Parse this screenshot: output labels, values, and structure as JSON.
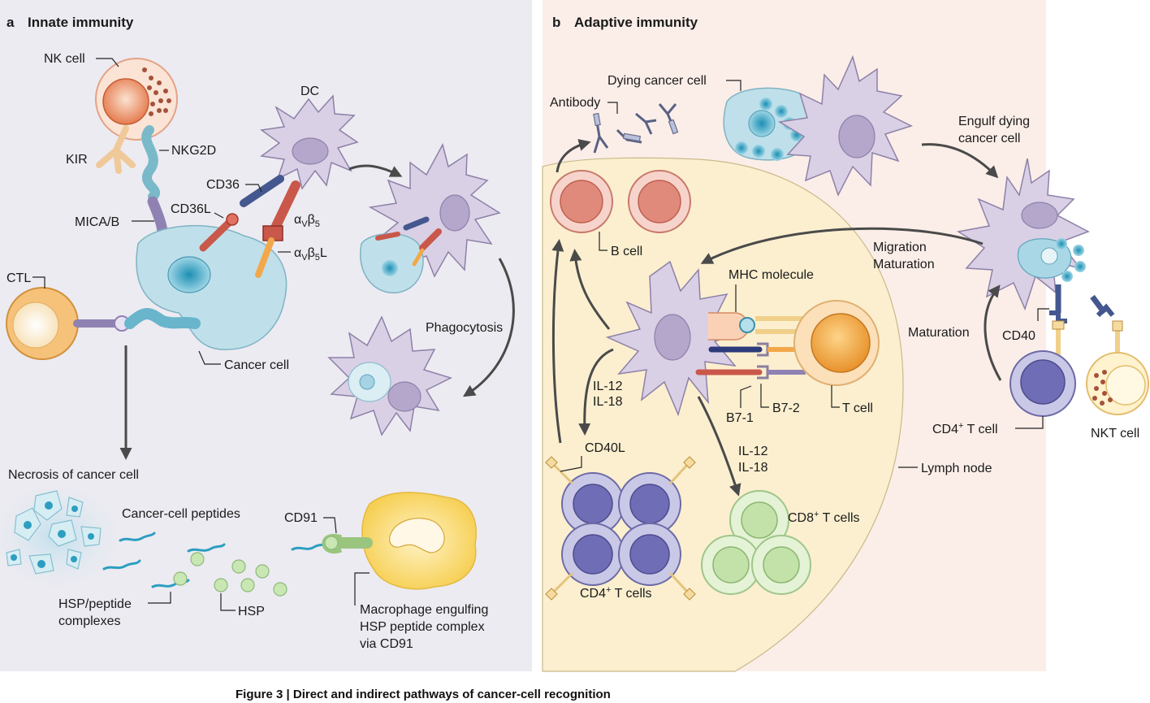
{
  "panels": {
    "a": {
      "letter": "a",
      "title": "Innate immunity"
    },
    "b": {
      "letter": "b",
      "title": "Adaptive immunity"
    }
  },
  "labels": {
    "nk_cell": "NK cell",
    "kir": "KIR",
    "nkg2d": "NKG2D",
    "mica_b": "MICA/B",
    "ctl": "CTL",
    "dc": "DC",
    "cd36": "CD36",
    "cd36l": "CD36L",
    "avb5_prefix": "α",
    "avb5_sub_v": "V",
    "avb5_beta": "β",
    "avb5_sub_5": "5",
    "avb5l_suffix": "L",
    "cancer_cell": "Cancer cell",
    "phagocytosis": "Phagocytosis",
    "necrosis": "Necrosis of cancer cell",
    "cancer_cell_peptides": "Cancer-cell peptides",
    "cd91": "CD91",
    "hsp_peptide_1": "HSP/peptide",
    "hsp_peptide_2": "complexes",
    "hsp": "HSP",
    "macrophage_1": "Macrophage engulfing",
    "macrophage_2": "HSP peptide complex",
    "macrophage_3": "via CD91",
    "antibody": "Antibody",
    "dying_cancer_cell": "Dying cancer cell",
    "engulf_1": "Engulf dying",
    "engulf_2": "cancer cell",
    "b_cell": "B cell",
    "migration": "Migration",
    "maturation_1": "Maturation",
    "mhc_molecule": "MHC molecule",
    "maturation_2": "Maturation",
    "cd40": "CD40",
    "il12_a": "IL-12",
    "il18_a": "IL-18",
    "b7_1": "B7-1",
    "b7_2": "B7-2",
    "t_cell": "T cell",
    "cd4_t_cell_prefix": "CD4",
    "cd4_t_cell_sup": "+",
    "cd4_t_cell_suffix": " T cell",
    "nkt_cell": "NKT cell",
    "cd40l": "CD40L",
    "il12_b": "IL-12",
    "il18_b": "IL-18",
    "lymph_node": "Lymph node",
    "cd8_prefix": "CD8",
    "cd8_sup": "+",
    "cd8_suffix": " T cells",
    "cd4_cells_prefix": "CD4",
    "cd4_cells_sup": "+",
    "cd4_cells_suffix": " T cells"
  },
  "caption": "Figure 3 | Direct and indirect pathways of cancer-cell recognition",
  "colors": {
    "panel_a_bg": "#ecebf1",
    "panel_b_bg": "#fbeee8",
    "lymph_node": "#fbefcf",
    "arrow": "#4a4a4a"
  }
}
